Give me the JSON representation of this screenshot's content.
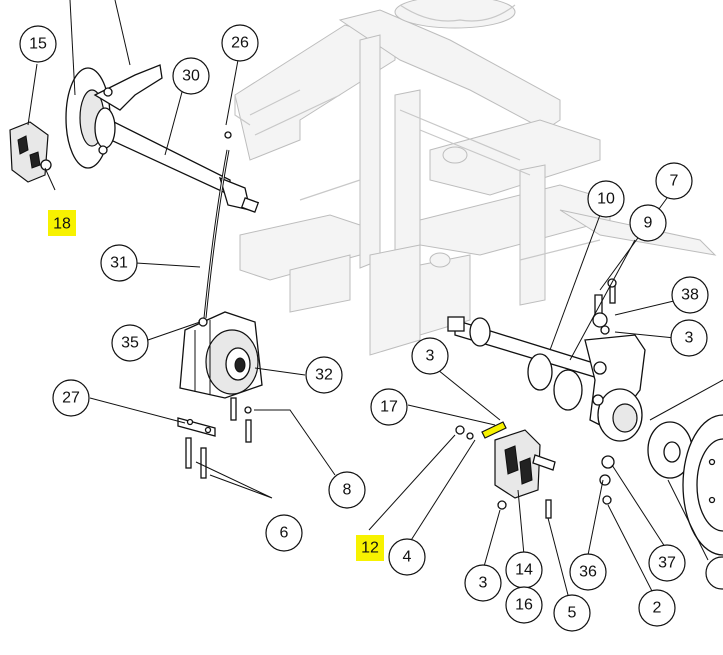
{
  "callouts": [
    {
      "label": "15",
      "highlight": false
    },
    {
      "label": "30",
      "highlight": false
    },
    {
      "label": "26",
      "highlight": false
    },
    {
      "label": "18",
      "highlight": true
    },
    {
      "label": "31",
      "highlight": false
    },
    {
      "label": "35",
      "highlight": false
    },
    {
      "label": "32",
      "highlight": false
    },
    {
      "label": "27",
      "highlight": false
    },
    {
      "label": "8",
      "highlight": false
    },
    {
      "label": "6",
      "highlight": false
    },
    {
      "label": "10",
      "highlight": false
    },
    {
      "label": "9",
      "highlight": false
    },
    {
      "label": "7",
      "highlight": false
    },
    {
      "label": "38",
      "highlight": false
    },
    {
      "label": "3",
      "highlight": false
    },
    {
      "label": "3",
      "highlight": false
    },
    {
      "label": "17",
      "highlight": false
    },
    {
      "label": "12",
      "highlight": true
    },
    {
      "label": "4",
      "highlight": false
    },
    {
      "label": "3",
      "highlight": false
    },
    {
      "label": "14",
      "highlight": false
    },
    {
      "label": "16",
      "highlight": false
    },
    {
      "label": "5",
      "highlight": false
    },
    {
      "label": "36",
      "highlight": false
    },
    {
      "label": "2",
      "highlight": false
    },
    {
      "label": "37",
      "highlight": false
    }
  ],
  "colors": {
    "highlight": "#f7f200",
    "line": "#111111",
    "frame": "#c8c8c8"
  }
}
